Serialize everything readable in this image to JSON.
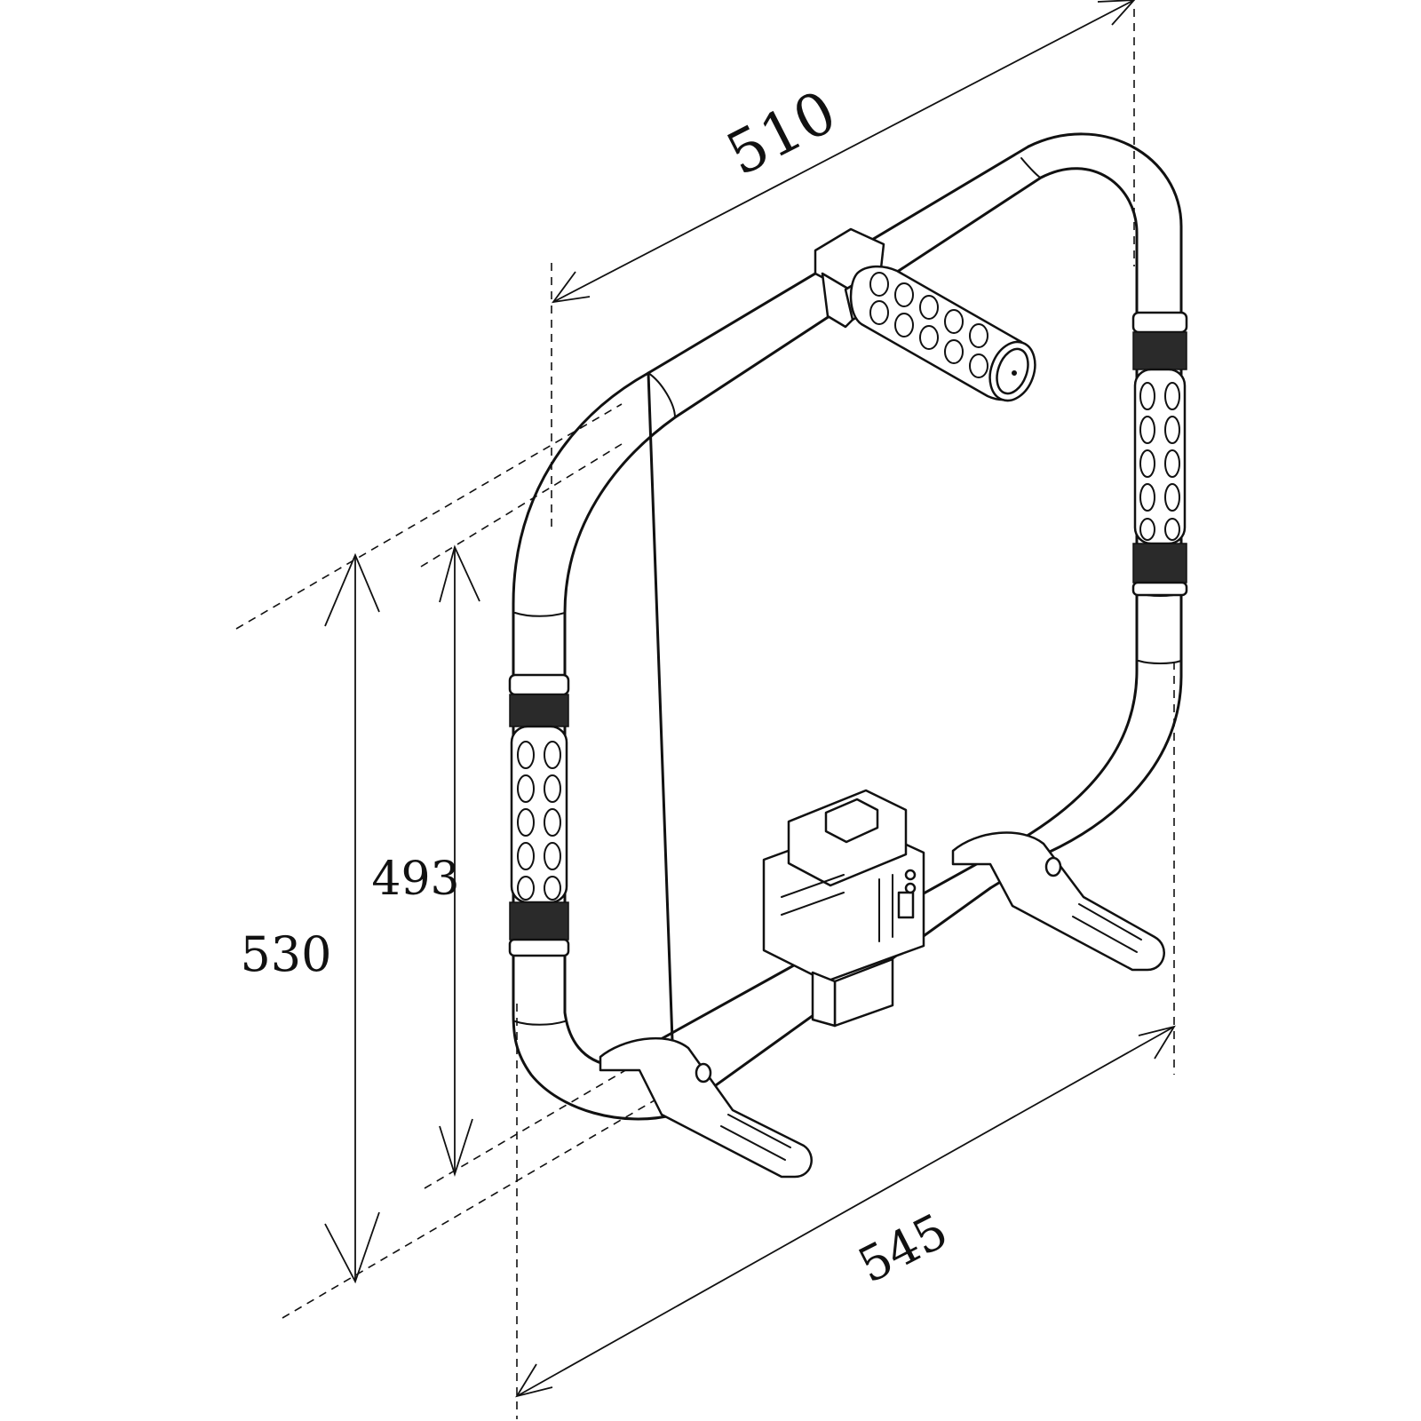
{
  "dimensions": {
    "top_width": "510",
    "bottom_width": "545",
    "outer_height": "530",
    "inner_height": "493"
  },
  "colors": {
    "line": "#111111",
    "background": "#ffffff"
  }
}
